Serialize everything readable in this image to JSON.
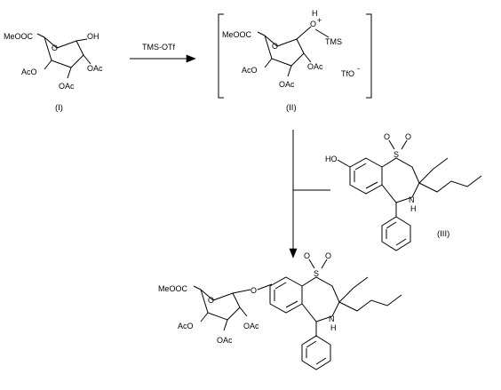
{
  "scheme": {
    "reagent": "TMS-OTf",
    "compound_I": {
      "label": "(I)",
      "meooc": "MeOOC",
      "oh": "OH",
      "aco_left": "AcO",
      "oac_right": "OAc",
      "oac_bottom": "OAc"
    },
    "compound_II": {
      "label": "(II)",
      "meooc": "MeOOC",
      "oplus": "O",
      "h": "H",
      "plus": "+",
      "tms": "TMS",
      "aco_left": "AcO",
      "oac_right": "OAc",
      "oac_bottom": "OAc",
      "counterion": "TfO",
      "minus": "-"
    },
    "compound_III": {
      "label": "(III)",
      "ho": "HO",
      "s": "S",
      "o1": "O",
      "o2": "O",
      "nh_n": "N",
      "nh_h": "H"
    },
    "product": {
      "meooc": "MeOOC",
      "o_link": "O",
      "aco_left": "AcO",
      "oac_right": "OAc",
      "oac_bottom": "OAc",
      "s": "S",
      "o1": "O",
      "o2": "O",
      "nh_n": "N",
      "nh_h": "H"
    }
  }
}
